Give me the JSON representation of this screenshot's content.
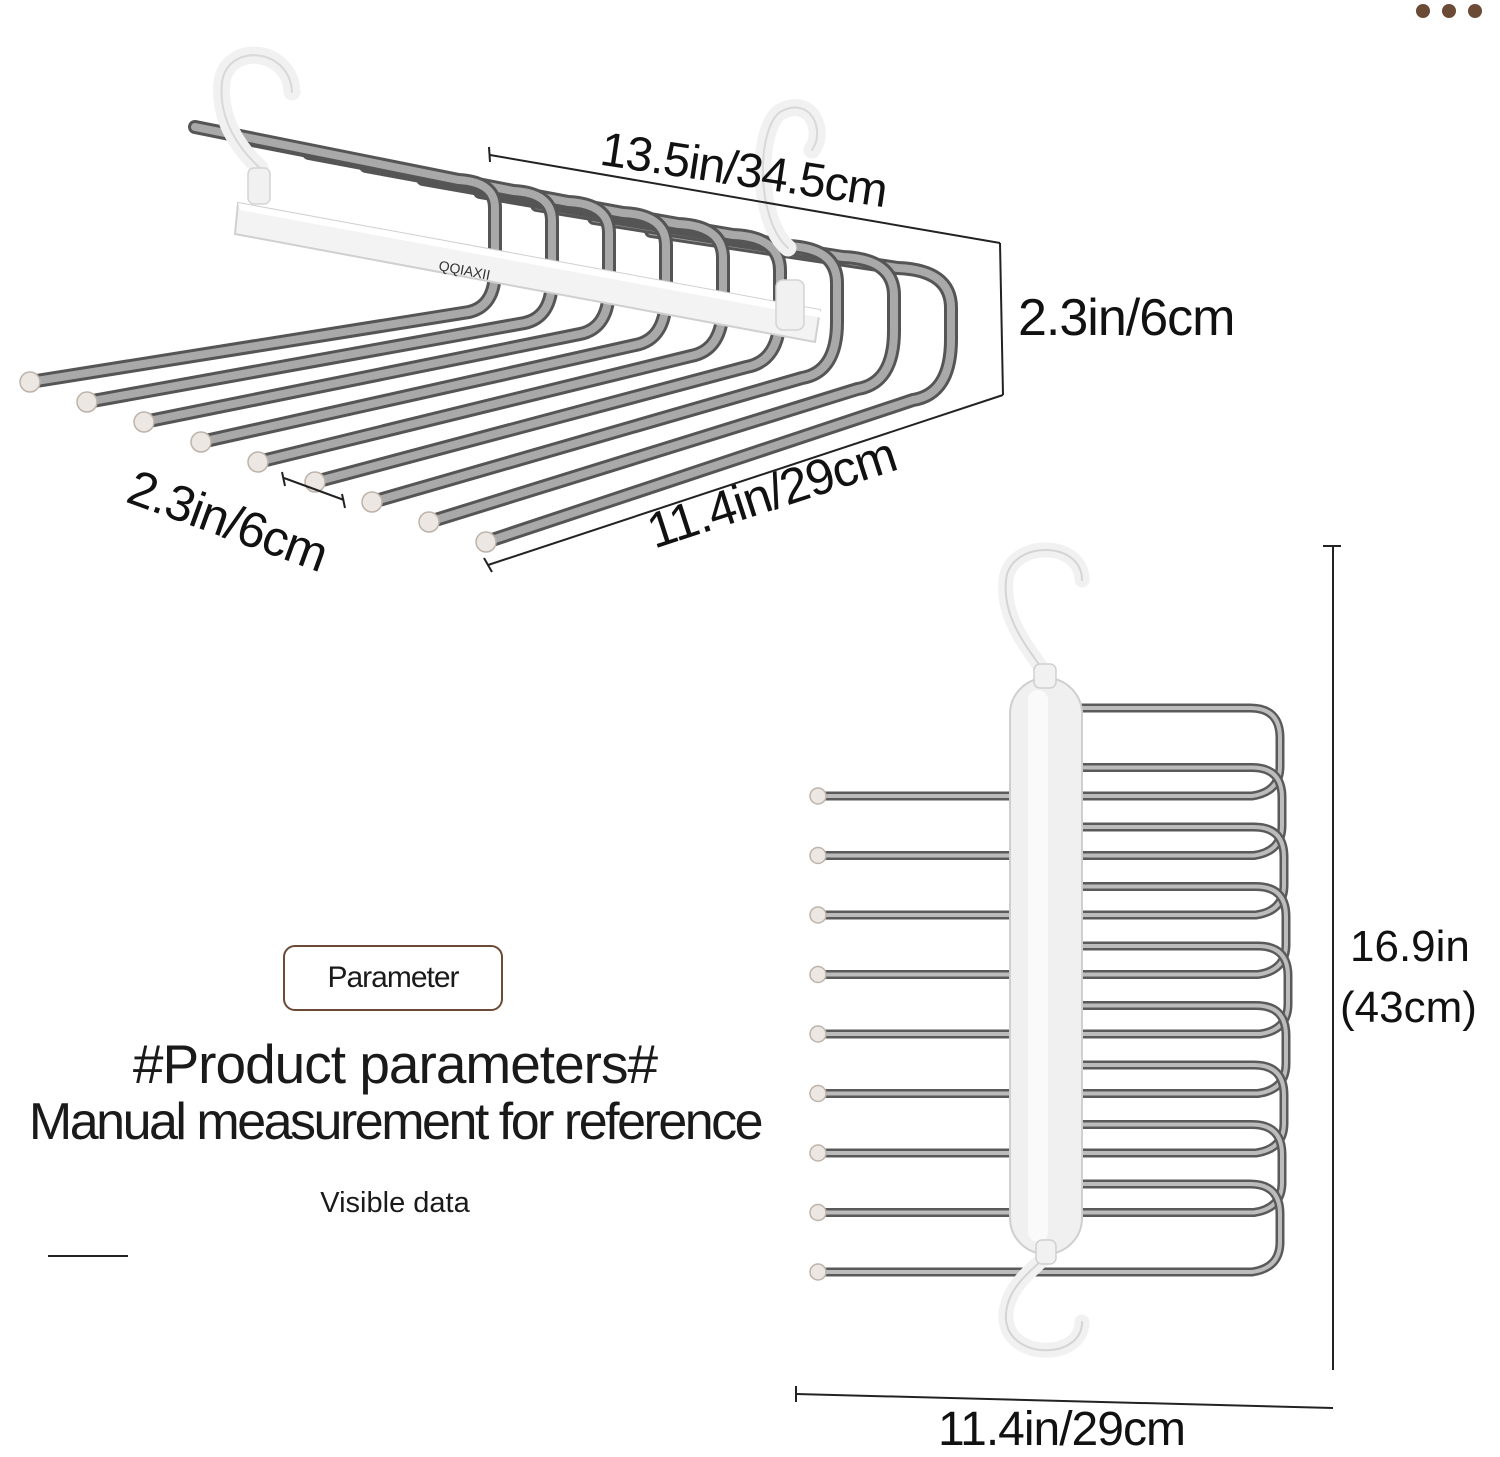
{
  "colors": {
    "accent": "#6b4a36",
    "dot": "#6b4a36",
    "rod": "#8a8a8a",
    "plastic": "#eeeeee"
  },
  "menu": {
    "icon": "more-dots-icon",
    "dots": 3
  },
  "dimensions": {
    "top_length": "13.5in/34.5cm",
    "top_height": "2.3in/6cm",
    "rod_spacing": "2.3in/6cm",
    "rod_length": "11.4in/29cm",
    "hanging_height_in": "16.9in",
    "hanging_height_cm": "(43cm)",
    "hanging_width": "11.4in/29cm"
  },
  "brand": "QQIAXII",
  "parameter": {
    "badge": "Parameter",
    "heading": "#Product parameters#",
    "subheading": "Manual measurement for reference",
    "caption": "Visible data"
  }
}
